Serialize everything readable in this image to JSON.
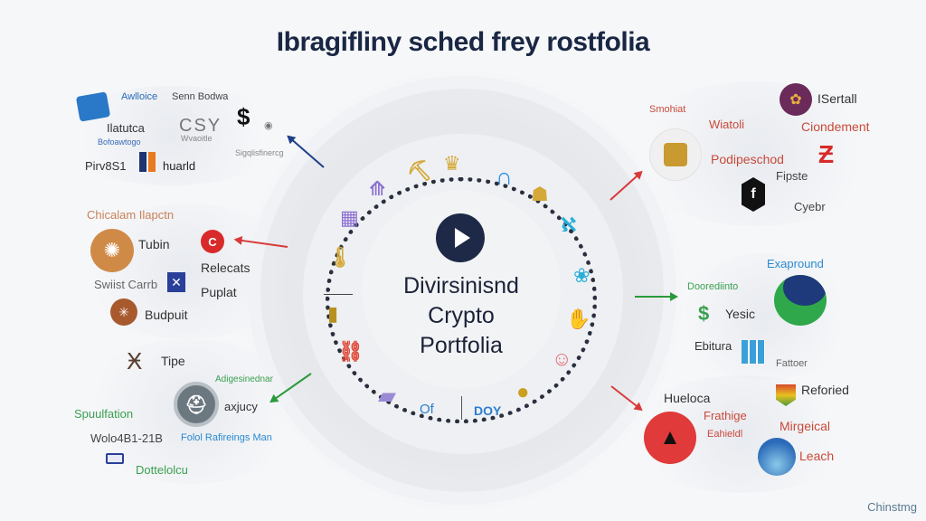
{
  "header": {
    "title": "Ibragifliny sched frey rostfolia"
  },
  "center": {
    "title_lines": [
      "Divirsinisnd",
      "Crypto",
      "Portfolia"
    ],
    "play_icon": "play-icon",
    "bottom_labels": [
      "Of",
      "DOY"
    ]
  },
  "ring_icons": [
    {
      "name": "pickaxe-icon",
      "glyph": "⛏",
      "color": "#d4a93a"
    },
    {
      "name": "crown-icon",
      "glyph": "♛",
      "color": "#d4a93a"
    },
    {
      "name": "horseshoe-icon",
      "glyph": "∩",
      "color": "#2b8fe0"
    },
    {
      "name": "gold-pile-icon",
      "glyph": "☗",
      "color": "#d4a93a"
    },
    {
      "name": "blue-glyph-icon",
      "glyph": "ℵ",
      "color": "#2aaed8"
    },
    {
      "name": "blue-blob-icon",
      "glyph": "❀",
      "color": "#2aaed8"
    },
    {
      "name": "gold-hand-icon",
      "glyph": "✋",
      "color": "#d4a93a"
    },
    {
      "name": "pink-coin-icon",
      "glyph": "☺",
      "color": "#e86a78"
    },
    {
      "name": "gold-coin-icon",
      "glyph": "●",
      "color": "#c9a020"
    },
    {
      "name": "purple-card-icon",
      "glyph": "▰",
      "color": "#9a8ad6"
    },
    {
      "name": "red-chain-icon",
      "glyph": "⛓",
      "color": "#e04a3a"
    },
    {
      "name": "gold-bar-icon",
      "glyph": "▮",
      "color": "#b89020"
    },
    {
      "name": "thermometer-icon",
      "glyph": "🌡",
      "color": "#d4a93a"
    },
    {
      "name": "purple-chip-icon",
      "glyph": "▦",
      "color": "#8a70d0"
    },
    {
      "name": "purple-wing-icon",
      "glyph": "⟰",
      "color": "#8a70d0"
    }
  ],
  "arrows": [
    {
      "name": "arrow-top-left",
      "color": "#1e3f8a"
    },
    {
      "name": "arrow-mid-left",
      "color": "#d83a3a"
    },
    {
      "name": "arrow-bottom-left",
      "color": "#2a9a3a"
    },
    {
      "name": "arrow-top-right",
      "color": "#d83a3a"
    },
    {
      "name": "arrow-mid-right",
      "color": "#2a9a3a"
    },
    {
      "name": "arrow-bottom-right",
      "color": "#d83a3a"
    }
  ],
  "clusters": {
    "top_left": {
      "labels": [
        "Awlloice",
        "Senn Bodwa",
        "Ilatutca",
        "CSY",
        "Wvaoitle",
        "Pirv8S1",
        "huarld",
        "Sigqlisfinercg",
        "Bofoawtogo"
      ]
    },
    "mid_left": {
      "labels": [
        "Chicalam Ilapctn",
        "Tubin",
        "Relecats",
        "Swiist Carrb",
        "Puplat",
        "Budpuit"
      ]
    },
    "bottom_left": {
      "labels": [
        "Tipe",
        "Adigesinednar",
        "axjucy",
        "Spuulfation",
        "Wolo4B1-21B",
        "Folol Rafireings Man",
        "Dottelolcu"
      ]
    },
    "top_right": {
      "labels": [
        "Smohiat",
        "Wiatoli",
        "ISertall",
        "Ciondement",
        "Podipeschod",
        "Fipste",
        "Cyebr"
      ]
    },
    "mid_right": {
      "labels": [
        "Exapround",
        "Doorediinto",
        "Yesic",
        "Ebitura",
        "Fattoer"
      ]
    },
    "bottom_right": {
      "labels": [
        "Hueloca",
        "Frathige",
        "Eahieldl",
        "Reforied",
        "Mirgeical",
        "Leach"
      ]
    }
  },
  "watermark": "Chinstmg"
}
